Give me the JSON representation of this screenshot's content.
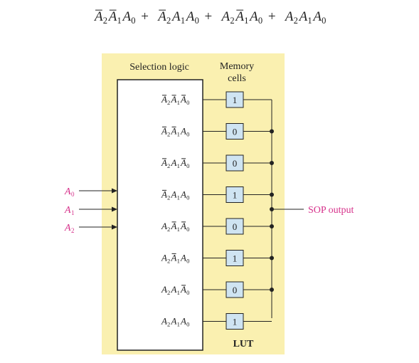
{
  "equation": {
    "terms": [
      [
        {
          "v": "A",
          "s": "2",
          "bar": true
        },
        {
          "v": "A",
          "s": "1",
          "bar": true
        },
        {
          "v": "A",
          "s": "0",
          "bar": false
        }
      ],
      [
        {
          "v": "A",
          "s": "2",
          "bar": true
        },
        {
          "v": "A",
          "s": "1",
          "bar": false
        },
        {
          "v": "A",
          "s": "0",
          "bar": false
        }
      ],
      [
        {
          "v": "A",
          "s": "2",
          "bar": false
        },
        {
          "v": "A",
          "s": "1",
          "bar": true
        },
        {
          "v": "A",
          "s": "0",
          "bar": false
        }
      ],
      [
        {
          "v": "A",
          "s": "2",
          "bar": false
        },
        {
          "v": "A",
          "s": "1",
          "bar": false
        },
        {
          "v": "A",
          "s": "0",
          "bar": false
        }
      ]
    ],
    "operator": "+"
  },
  "diagram": {
    "selection_logic_label": "Selection logic",
    "memory_label_line1": "Memory",
    "memory_label_line2": "cells",
    "lut_label": "LUT",
    "output_label": "SOP output",
    "inputs": [
      {
        "v": "A",
        "s": "0"
      },
      {
        "v": "A",
        "s": "1"
      },
      {
        "v": "A",
        "s": "2"
      }
    ],
    "rows": [
      {
        "term": [
          {
            "v": "A",
            "s": "2",
            "bar": true
          },
          {
            "v": "A",
            "s": "1",
            "bar": true
          },
          {
            "v": "A",
            "s": "0",
            "bar": true
          }
        ],
        "value": "1"
      },
      {
        "term": [
          {
            "v": "A",
            "s": "2",
            "bar": true
          },
          {
            "v": "A",
            "s": "1",
            "bar": true
          },
          {
            "v": "A",
            "s": "0",
            "bar": false
          }
        ],
        "value": "0"
      },
      {
        "term": [
          {
            "v": "A",
            "s": "2",
            "bar": true
          },
          {
            "v": "A",
            "s": "1",
            "bar": false
          },
          {
            "v": "A",
            "s": "0",
            "bar": true
          }
        ],
        "value": "0"
      },
      {
        "term": [
          {
            "v": "A",
            "s": "2",
            "bar": true
          },
          {
            "v": "A",
            "s": "1",
            "bar": false
          },
          {
            "v": "A",
            "s": "0",
            "bar": false
          }
        ],
        "value": "1"
      },
      {
        "term": [
          {
            "v": "A",
            "s": "2",
            "bar": false
          },
          {
            "v": "A",
            "s": "1",
            "bar": true
          },
          {
            "v": "A",
            "s": "0",
            "bar": true
          }
        ],
        "value": "0"
      },
      {
        "term": [
          {
            "v": "A",
            "s": "2",
            "bar": false
          },
          {
            "v": "A",
            "s": "1",
            "bar": true
          },
          {
            "v": "A",
            "s": "0",
            "bar": false
          }
        ],
        "value": "1"
      },
      {
        "term": [
          {
            "v": "A",
            "s": "2",
            "bar": false
          },
          {
            "v": "A",
            "s": "1",
            "bar": false
          },
          {
            "v": "A",
            "s": "0",
            "bar": true
          }
        ],
        "value": "0"
      },
      {
        "term": [
          {
            "v": "A",
            "s": "2",
            "bar": false
          },
          {
            "v": "A",
            "s": "1",
            "bar": false
          },
          {
            "v": "A",
            "s": "0",
            "bar": false
          }
        ],
        "value": "1"
      }
    ]
  },
  "colors": {
    "panel_fill": "#faf0b0",
    "cell_fill": "#cfe4f2",
    "input_label_color": "#d6308a",
    "output_label_color": "#d6308a"
  }
}
